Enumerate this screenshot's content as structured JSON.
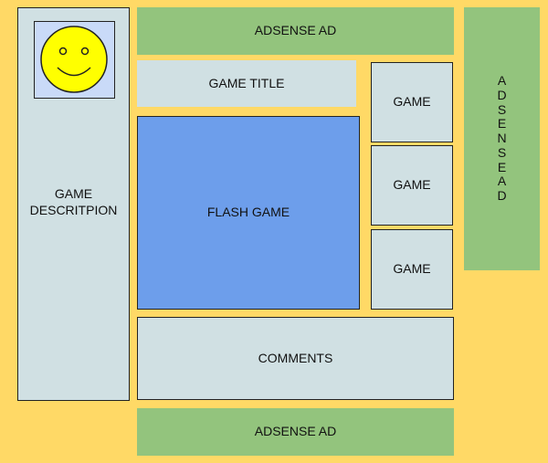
{
  "colors": {
    "background": "#ffd966",
    "ad": "#93c47d",
    "panel": "#d0e0e3",
    "flash": "#6d9eeb",
    "avatar_bg": "#c9daf8",
    "smiley": "#ffff00"
  },
  "sidebar": {
    "description": "GAME\nDESCRITPION",
    "avatar_icon": "smiley-face-icon"
  },
  "ads": {
    "top": "ADSENSE AD",
    "right": "A\nD\nS\nE\nN\nS\nE\nA\nD",
    "bottom": "ADSENSE AD"
  },
  "main": {
    "title": "GAME TITLE",
    "flash": "FLASH GAME",
    "comments": "COMMENTS"
  },
  "games": [
    "GAME",
    "GAME",
    "GAME"
  ]
}
